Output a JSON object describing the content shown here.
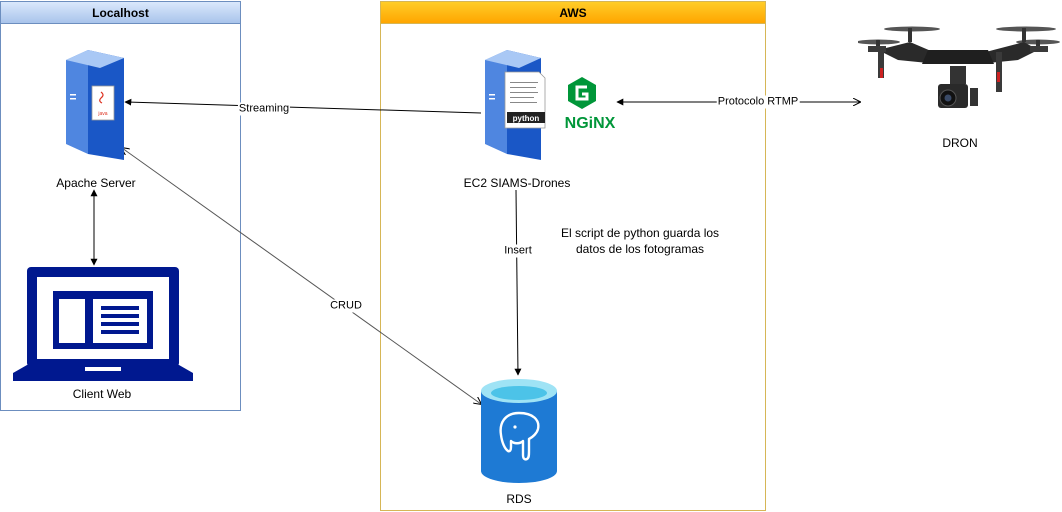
{
  "groups": {
    "localhost": "Localhost",
    "aws": "AWS"
  },
  "nodes": {
    "apache": "Apache Server",
    "client": "Client Web",
    "ec2": "EC2 SIAMS-Drones",
    "rds": "RDS",
    "dron": "DRON"
  },
  "edges": {
    "streaming": "Streaming",
    "rtmp": "Protocolo RTMP",
    "insert": "Insert",
    "crud": "CRUD"
  },
  "note": "El script de python guarda los datos de los fotogramas",
  "icons": {
    "apache": "server-java-icon",
    "client": "laptop-icon",
    "ec2": "server-python-icon",
    "nginx": "nginx-icon",
    "rds": "database-postgresql-icon",
    "drone": "drone-icon",
    "java_text": "java",
    "python_text": "python",
    "nginx_text": "NGiNX"
  },
  "colors": {
    "server_blue": "#1a57c6",
    "laptop_navy": "#00188f",
    "nginx_green": "#009639",
    "azure_blue": "#1e7ad4",
    "localhost_border": "#6c8ebf",
    "aws_border": "#d6b656",
    "aws_header": "#ffb515"
  }
}
